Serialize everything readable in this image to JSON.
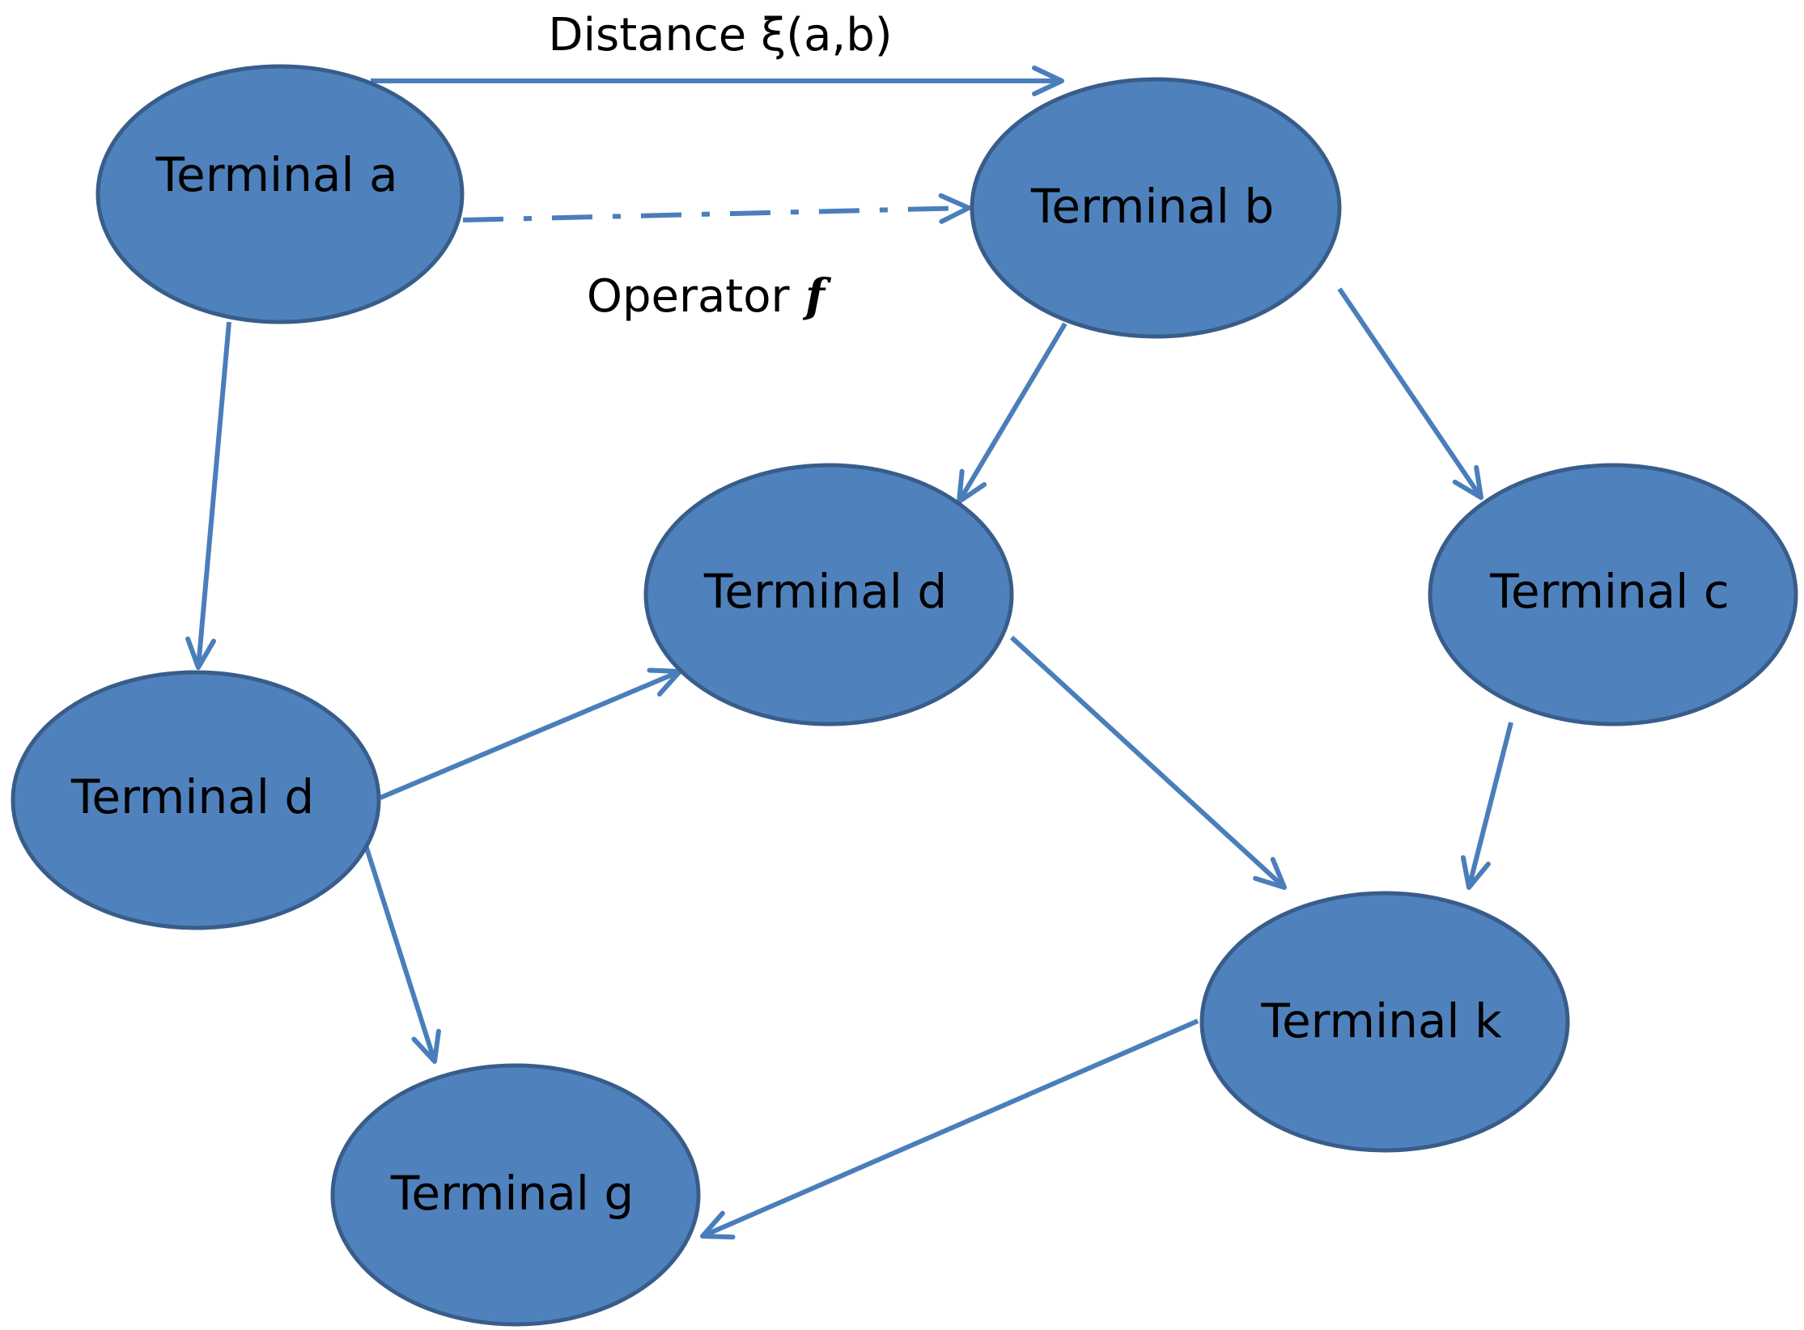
{
  "colors": {
    "node_fill": "#4f81bd",
    "node_stroke": "#385d8a",
    "edge": "#4a7ebb",
    "text": "#000000"
  },
  "nodes": [
    {
      "id": "a",
      "label": "Terminal a"
    },
    {
      "id": "b",
      "label": "Terminal b"
    },
    {
      "id": "d1",
      "label": "Terminal d"
    },
    {
      "id": "c",
      "label": "Terminal c"
    },
    {
      "id": "d2",
      "label": "Terminal d"
    },
    {
      "id": "k",
      "label": "Terminal k"
    },
    {
      "id": "g",
      "label": "Terminal g"
    }
  ],
  "edges": [
    {
      "from": "a",
      "to": "b",
      "style": "solid",
      "label": "Distance ξ(a,b)"
    },
    {
      "from": "a",
      "to": "b",
      "style": "dash-dot",
      "label": "Operator",
      "label_symbol": "f"
    },
    {
      "from": "a",
      "to": "d2",
      "style": "solid"
    },
    {
      "from": "b",
      "to": "d1",
      "style": "solid"
    },
    {
      "from": "b",
      "to": "c",
      "style": "solid"
    },
    {
      "from": "d2",
      "to": "d1",
      "style": "solid"
    },
    {
      "from": "d2",
      "to": "g",
      "style": "solid"
    },
    {
      "from": "d1",
      "to": "k",
      "style": "solid"
    },
    {
      "from": "c",
      "to": "k",
      "style": "solid"
    },
    {
      "from": "k",
      "to": "g",
      "style": "solid"
    }
  ]
}
